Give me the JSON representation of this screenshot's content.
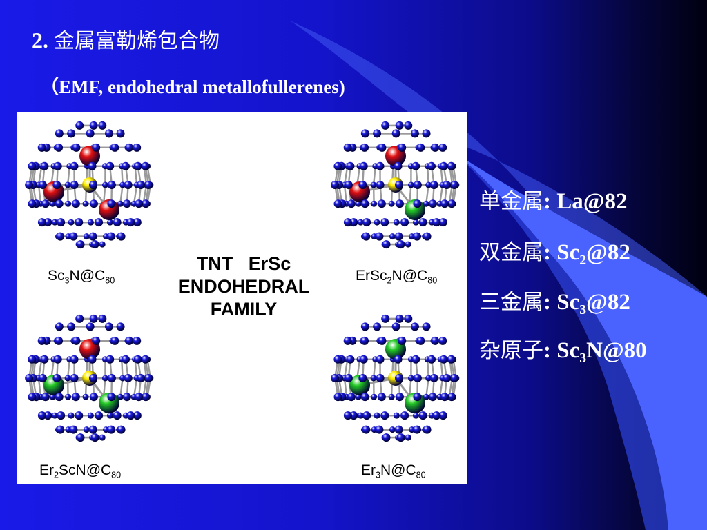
{
  "slide": {
    "title_prefix": "2.",
    "title_zh": "金属富勒烯包合物",
    "subtitle": "（EMF, endohedral  metallofullerenes)"
  },
  "figure": {
    "center_lines": [
      "TNT   ErSc",
      "ENDOHEDRAL",
      "FAMILY"
    ],
    "molecules": [
      {
        "label_parts": [
          "Sc",
          "3",
          "N@C",
          "80"
        ],
        "encapsulated": [
          "red",
          "red",
          "red"
        ]
      },
      {
        "label_parts": [
          "ErSc",
          "2",
          "N@C",
          "80"
        ],
        "encapsulated": [
          "red",
          "red",
          "green"
        ]
      },
      {
        "label_parts": [
          "Er",
          "2",
          "ScN@C",
          "80"
        ],
        "encapsulated": [
          "red",
          "green",
          "green"
        ]
      },
      {
        "label_parts": [
          "Er",
          "3",
          "N@C",
          "80"
        ],
        "encapsulated": [
          "green",
          "green",
          "green"
        ]
      }
    ]
  },
  "list": [
    {
      "label": "单金属",
      "formula": [
        "La@82"
      ]
    },
    {
      "label": "双金属",
      "formula": [
        "Sc",
        "2",
        "@82"
      ]
    },
    {
      "label": "三金属",
      "formula": [
        "Sc",
        "3",
        "@82"
      ]
    },
    {
      "label": "杂原子",
      "formula": [
        "Sc",
        "3",
        "N@80"
      ]
    }
  ],
  "colors": {
    "background": "#1414cc",
    "carbon_atom": "#1a1adc",
    "bond": "#9a9a9a",
    "nitrogen_center": "#ffee00",
    "metal_red": "#e01010",
    "metal_green": "#22c822",
    "swoosh": "#4a63ff"
  }
}
